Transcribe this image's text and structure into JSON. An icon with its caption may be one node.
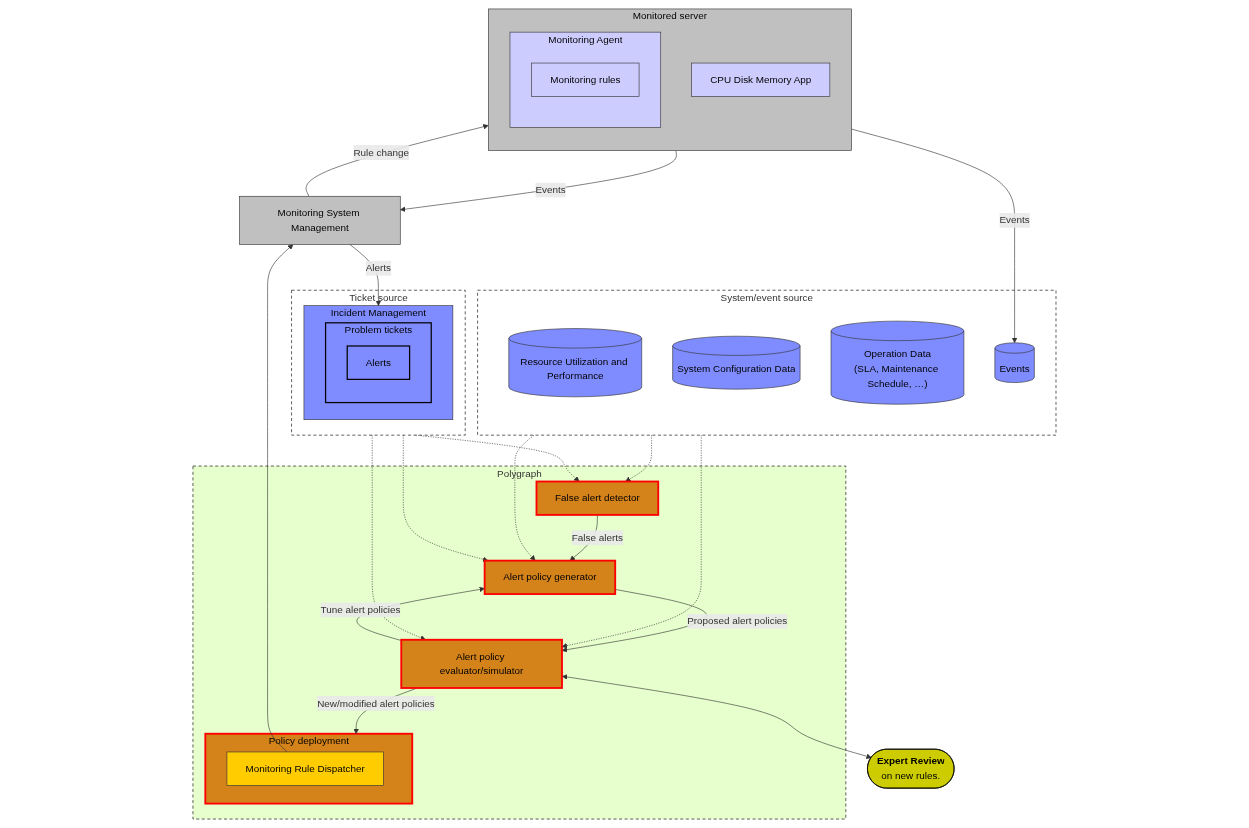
{
  "diagram": {
    "nodes": [
      {
        "text": [
          "System/event source"
        ]
      },
      {
        "text": [
          "Resource Utilization and Performance"
        ],
        "in": 0
      },
      {
        "text": [
          "System Configuration Data"
        ],
        "in": 0
      },
      {
        "text": [
          "Operation Data",
          "(SLA, Maintenance Schedule, …)"
        ],
        "in": 0
      },
      {
        "text": [
          "Events"
        ],
        "in": 0
      },
      {
        "text": [
          "Polygraph"
        ]
      },
      {
        "text": [
          "False alert detector"
        ],
        "in": 5
      },
      {
        "text": [
          "Alert policy generator"
        ],
        "in": 5
      },
      {
        "text": [
          "Alert policy evaluator/simulator"
        ],
        "in": 5
      },
      {
        "text": [
          "Policy deployment"
        ],
        "in": 5
      },
      {
        "text": [
          "Monitoring Rule Dispatcher"
        ],
        "in": 9
      },
      {
        "text": [
          "Ticket source"
        ]
      },
      {
        "text": [
          "Incident Management"
        ],
        "in": 11
      },
      {
        "text": [
          "Problem tickets"
        ],
        "in": 12
      },
      {
        "text": [
          "Alerts"
        ],
        "in": 13
      },
      {
        "text": [
          "Expert Review",
          "on new rules."
        ]
      },
      {
        "text": [
          "Monitored server"
        ]
      },
      {
        "text": [
          "CPU Disk Memory App"
        ],
        "in": 16
      },
      {
        "text": [
          "Monitoring Agent"
        ],
        "in": 16
      },
      {
        "text": [
          "Monitoring rules"
        ],
        "in": 18
      },
      {
        "text": [
          "Monitoring System Management"
        ]
      }
    ],
    "edges": [
      {
        "from": 0,
        "to": 6,
        "arrow": "to",
        "style": "dashed"
      },
      {
        "from": 11,
        "to": 6,
        "arrow": "to",
        "style": "dashed"
      },
      {
        "from": 6,
        "to": 7,
        "arrow": "to",
        "label": "False alerts"
      },
      {
        "from": 0,
        "to": 7,
        "arrow": "to",
        "style": "dashed"
      },
      {
        "from": 11,
        "to": 7,
        "arrow": "to",
        "style": "dashed"
      },
      {
        "from": 7,
        "to": 8,
        "arrow": "to",
        "label": "Proposed alert policies"
      },
      {
        "from": 8,
        "to": 7,
        "arrow": "to",
        "label": "Tune alert policies"
      },
      {
        "from": 8,
        "to": 15,
        "arrow": "both"
      },
      {
        "from": 0,
        "to": 8,
        "arrow": "to",
        "style": "dashed"
      },
      {
        "from": 11,
        "to": 8,
        "arrow": "to",
        "style": "dashed"
      },
      {
        "from": 8,
        "to": 9,
        "arrow": "to",
        "label": "New/modified alert policies"
      },
      {
        "from": 10,
        "to": 20,
        "arrow": "to"
      },
      {
        "from": 20,
        "to": 16,
        "arrow": "to",
        "label": "Rule change"
      },
      {
        "from": 16,
        "to": 20,
        "arrow": "to",
        "label": "Events"
      },
      {
        "from": 16,
        "to": 4,
        "arrow": "to",
        "label": "Events"
      },
      {
        "from": 20,
        "to": 12,
        "arrow": "to",
        "label": "Alerts"
      }
    ]
  }
}
